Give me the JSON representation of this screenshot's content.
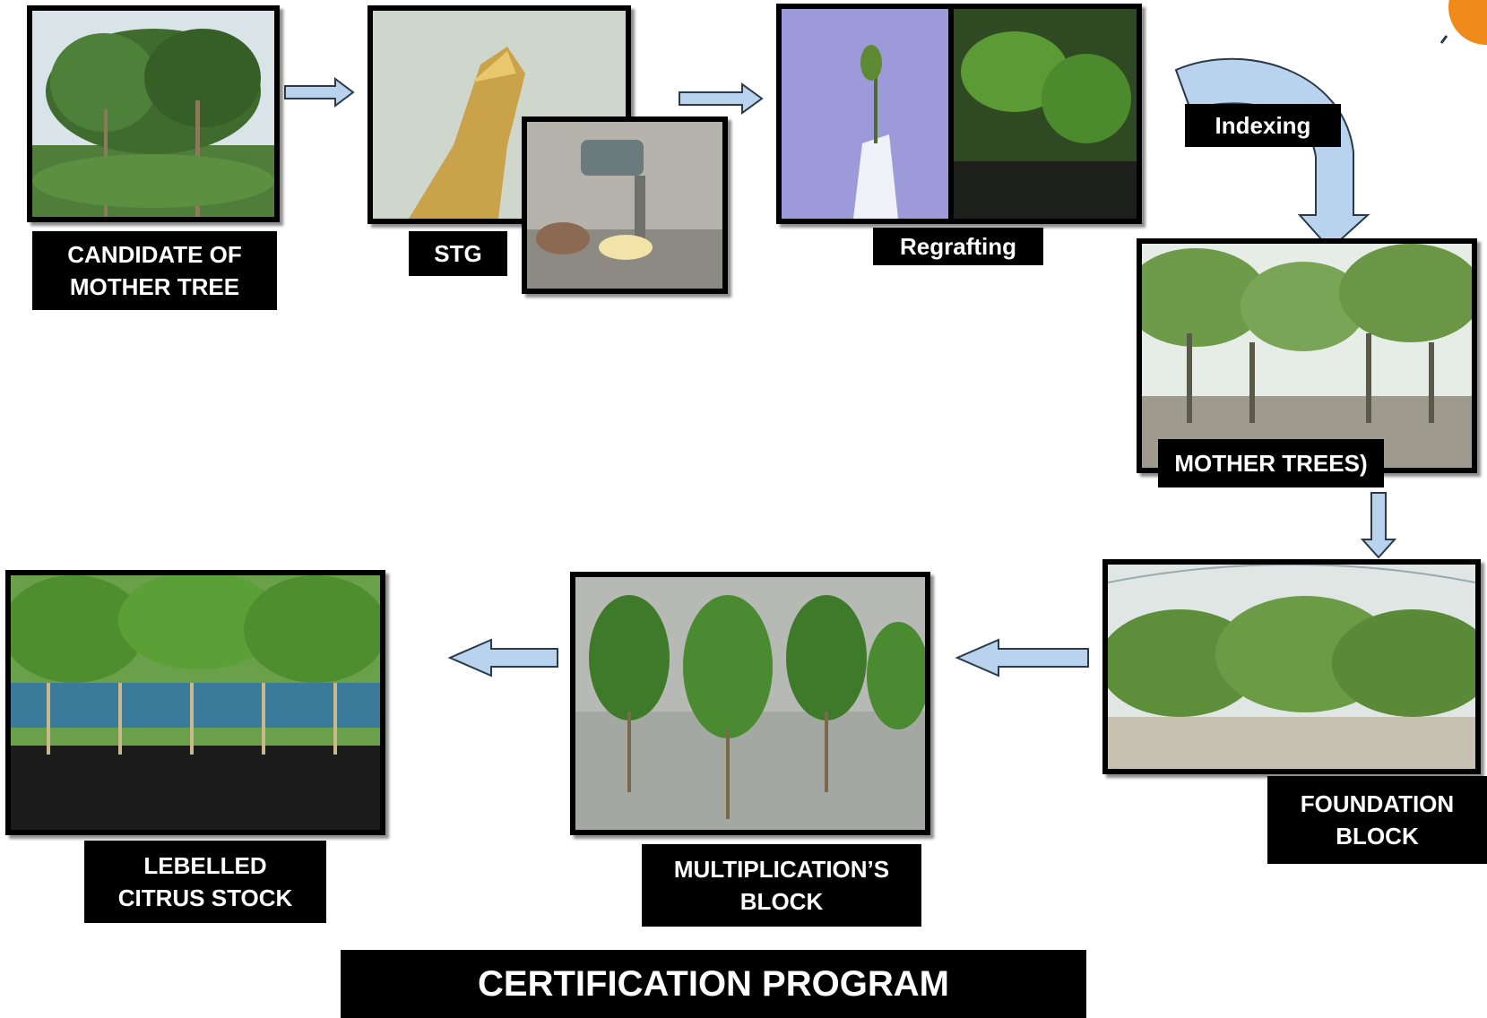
{
  "title": "CERTIFICATION PROGRAM",
  "steps": {
    "candidate": {
      "line1": "CANDIDATE OF",
      "line2": "MOTHER TREE"
    },
    "stg": "STG",
    "regrafting": "Regrafting",
    "indexing": "Indexing",
    "mother_trees": "MOTHER TREES)",
    "foundation": {
      "line1": "FOUNDATION",
      "line2": "BLOCK"
    },
    "multiplication": {
      "line1": "MULTIPLICATION’S",
      "line2": "BLOCK"
    },
    "labelled": {
      "line1": "LEBELLED",
      "line2": "CITRUS STOCK"
    }
  },
  "colors": {
    "arrow_fill": "#b9d3ee",
    "arrow_stroke": "#2b3a4a",
    "label_bg": "#000000"
  }
}
